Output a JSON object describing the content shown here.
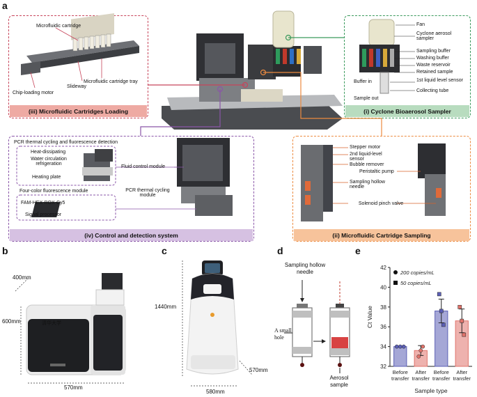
{
  "panel_labels": {
    "a": "a",
    "b": "b",
    "c": "c",
    "d": "d",
    "e": "e"
  },
  "panel_a": {
    "cartridge_loading": {
      "title": "(iii) Microfluidic Cartridges Loading",
      "labels": [
        "Microfluidic cartridge",
        "Slideway",
        "Microfluidic cartridge tray",
        "Chip-loading motor"
      ]
    },
    "cyclone_sampler": {
      "title": "(i) Cyclone Bioaerosol Sampler",
      "labels": [
        "Fan",
        "Cyclone aerosol sampler",
        "Sampling buffer",
        "Washing buffer",
        "Waste reservoir",
        "Retained sample",
        "1st liquid level sensor",
        "Collecting tube",
        "Buffer in",
        "Sample out"
      ]
    },
    "control_detection": {
      "title": "(iv) Control and detection system",
      "header": "PCR thermal cycling and fluorescence detection",
      "labels": [
        "Heat-dissipating",
        "Water circulation refrigeration",
        "Heating plate",
        "Four-color fluorescence module",
        "FAM-HEX-ROX-Cy5",
        "Signal processor",
        "Fluid control module",
        "PCR thermal cycling module"
      ]
    },
    "cartridge_sampling": {
      "title": "(ii) Microfluidic Cartridge Sampling",
      "labels": [
        "Stepper motor",
        "2nd liquid-level sensor",
        "Bubble remover",
        "Peristaltic pump",
        "Sampling hollow needle",
        "Solenoid pinch valve"
      ]
    }
  },
  "panel_b": {
    "depth": "400mm",
    "height": "600mm",
    "width": "570mm",
    "brand": "清华大学"
  },
  "panel_c": {
    "height": "1440mm",
    "width": "580mm",
    "depth": "570mm"
  },
  "panel_d": {
    "needle_label": "Sampling hollow needle",
    "hole_label": "A small hole",
    "sample_label": "Aerosol sample"
  },
  "chart_data": {
    "type": "bar",
    "categories": [
      "Before transfer",
      "After transfer",
      "Before transfer",
      "After transfer"
    ],
    "values": [
      34.0,
      33.6,
      37.6,
      36.6
    ],
    "errors": [
      0.0,
      0.5,
      1.2,
      1.2
    ],
    "points": [
      [
        34.0,
        34.0,
        34.0
      ],
      [
        33.0,
        33.6,
        34.0
      ],
      [
        39.3,
        37.6,
        36.2
      ],
      [
        38.0,
        36.6,
        35.2
      ]
    ],
    "groups": [
      "200 copies/mL",
      "200 copies/mL",
      "50 copies/mL",
      "50 copies/mL"
    ],
    "colors": [
      "#5b5fb5",
      "#e0736b",
      "#5b5fb5",
      "#e0736b"
    ],
    "legend": [
      "200 copies/mL",
      "50 copies/mL"
    ],
    "ylabel": "Ct Value",
    "xlabel": "Sample type",
    "ylim": [
      32,
      42
    ],
    "yticks": [
      "32",
      "34",
      "36",
      "38",
      "40",
      "42"
    ]
  }
}
